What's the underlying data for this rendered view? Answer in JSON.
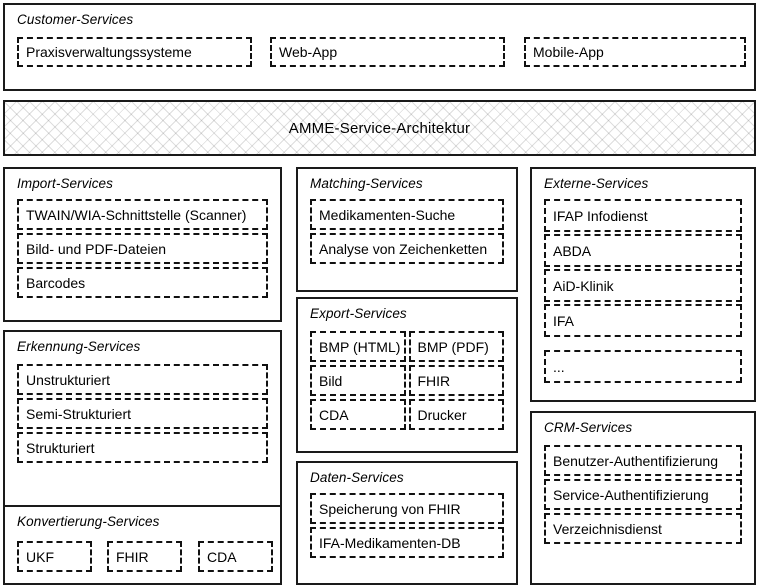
{
  "diagram": {
    "title": "AMME-Service-Architektur",
    "colors": {
      "outline": "#1a1a1a",
      "chip_border": "#111111",
      "background": "#ffffff",
      "hatch": "#d9d9d9"
    }
  },
  "customer_services": {
    "title": "Customer-Services",
    "items": [
      {
        "label": "Praxisverwaltungssysteme"
      },
      {
        "label": "Web-App"
      },
      {
        "label": "Mobile-App"
      }
    ]
  },
  "architecture_band": {
    "label": "AMME-Service-Architektur"
  },
  "columns": {
    "left": [
      {
        "id": "import-services",
        "title": "Import-Services",
        "items": [
          {
            "label": "TWAIN/WIA-Schnittstelle (Scanner)"
          },
          {
            "label": "Bild- und PDF-Dateien"
          },
          {
            "label": "Barcodes"
          }
        ]
      },
      {
        "id": "erkennung-services",
        "title": "Erkennung-Services",
        "items": [
          {
            "label": "Unstrukturiert"
          },
          {
            "label": "Semi-Strukturiert"
          },
          {
            "label": "Strukturiert"
          }
        ]
      },
      {
        "id": "konvertierung-services",
        "title": "Konvertierung-Services",
        "items": [
          {
            "label": "UKF"
          },
          {
            "label": "FHIR"
          },
          {
            "label": "CDA"
          }
        ]
      }
    ],
    "middle": [
      {
        "id": "matching-services",
        "title": "Matching-Services",
        "items": [
          {
            "label": "Medikamenten-Suche"
          },
          {
            "label": "Analyse von Zeichenketten"
          }
        ]
      },
      {
        "id": "export-services",
        "title": "Export-Services",
        "items": [
          {
            "label": "BMP (HTML)"
          },
          {
            "label": "BMP (PDF)"
          },
          {
            "label": "Bild"
          },
          {
            "label": "FHIR"
          },
          {
            "label": "CDA"
          },
          {
            "label": "Drucker"
          }
        ]
      },
      {
        "id": "daten-services",
        "title": "Daten-Services",
        "items": [
          {
            "label": "Speicherung von FHIR"
          },
          {
            "label": "IFA-Medikamenten-DB"
          }
        ]
      }
    ],
    "right": [
      {
        "id": "externe-services",
        "title": "Externe-Services",
        "items": [
          {
            "label": "IFAP Infodienst"
          },
          {
            "label": "ABDA"
          },
          {
            "label": "AiD-Klinik"
          },
          {
            "label": "IFA"
          },
          {
            "label": "..."
          }
        ]
      },
      {
        "id": "crm-services",
        "title": "CRM-Services",
        "items": [
          {
            "label": "Benutzer-Authentifizierung"
          },
          {
            "label": "Service-Authentifizierung"
          },
          {
            "label": "Verzeichnisdienst"
          }
        ]
      }
    ]
  }
}
